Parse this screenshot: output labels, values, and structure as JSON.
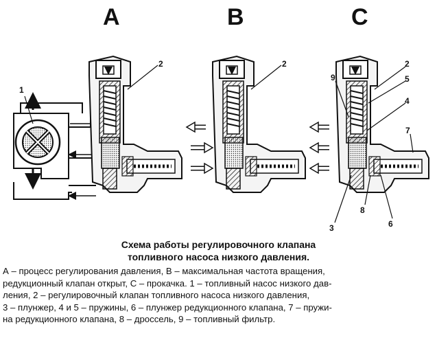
{
  "panels": {
    "a": "A",
    "b": "B",
    "c": "C"
  },
  "callouts": {
    "a_pump": "1",
    "a_valve": "2",
    "b_valve": "2",
    "c_valve": "2",
    "c_filter": "9",
    "c_spring5": "5",
    "c_spring4": "4",
    "c_spring7": "7",
    "c_plunger": "3",
    "c_throttle": "8",
    "c_redplunger": "6"
  },
  "caption": {
    "title_line1": "Схема работы регулировочного клапана",
    "title_line2": "топливного насоса низкого давления."
  },
  "legend": {
    "line1": "А – процесс регулирования давления, В – максимальная частота вращения,",
    "line2": "редукционный клапан открыт, С – прокачка. 1 – топливный насос низкого дав-",
    "line3": "ления, 2 – регулировочный клапан топливного насоса низкого давления,",
    "line4": "3 – плунжер, 4 и 5 – пружины, 6 – плунжер редукционного клапана, 7 – пружи-",
    "line5": "на редукционного клапана, 8 – дроссель, 9 – топливный фильтр."
  }
}
